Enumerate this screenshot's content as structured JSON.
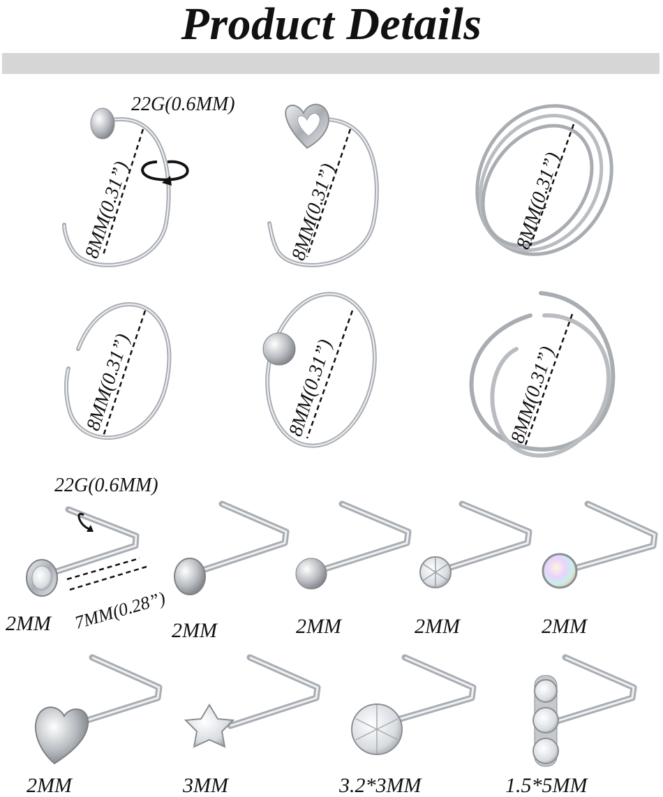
{
  "page": {
    "title": "Product Details",
    "band_color": "#d6d6d6",
    "metal_color": "#b5b8bc"
  },
  "hoops": [
    {
      "name": "flat-end-hoop",
      "diameter": "8MM(0.31”)",
      "gauge": "22G(0.6MM)"
    },
    {
      "name": "heart-end-hoop",
      "diameter": "8MM(0.31”)"
    },
    {
      "name": "triple-spiral-hoop",
      "diameter": "8MM(0.31”)"
    },
    {
      "name": "open-hoop",
      "diameter": "8MM(0.31”)"
    },
    {
      "name": "ball-hoop",
      "diameter": "8MM(0.31”)"
    },
    {
      "name": "double-spiral-hoop",
      "diameter": "8MM(0.31”)"
    }
  ],
  "studs": {
    "gauge": "22G(0.6MM)",
    "length": "7MM(0.28”)",
    "items": [
      {
        "name": "bezel-crystal-stud",
        "size": "2MM"
      },
      {
        "name": "flat-disc-stud",
        "size": "2MM"
      },
      {
        "name": "ball-stud",
        "size": "2MM"
      },
      {
        "name": "prong-crystal-stud",
        "size": "2MM"
      },
      {
        "name": "opal-stud",
        "size": "2MM"
      },
      {
        "name": "heart-stud",
        "size": "2MM"
      },
      {
        "name": "star-crystal-stud",
        "size": "3MM"
      },
      {
        "name": "flower-crystal-stud",
        "size": "3.2*3MM"
      },
      {
        "name": "triple-crystal-stud",
        "size": "1.5*5MM"
      }
    ]
  }
}
